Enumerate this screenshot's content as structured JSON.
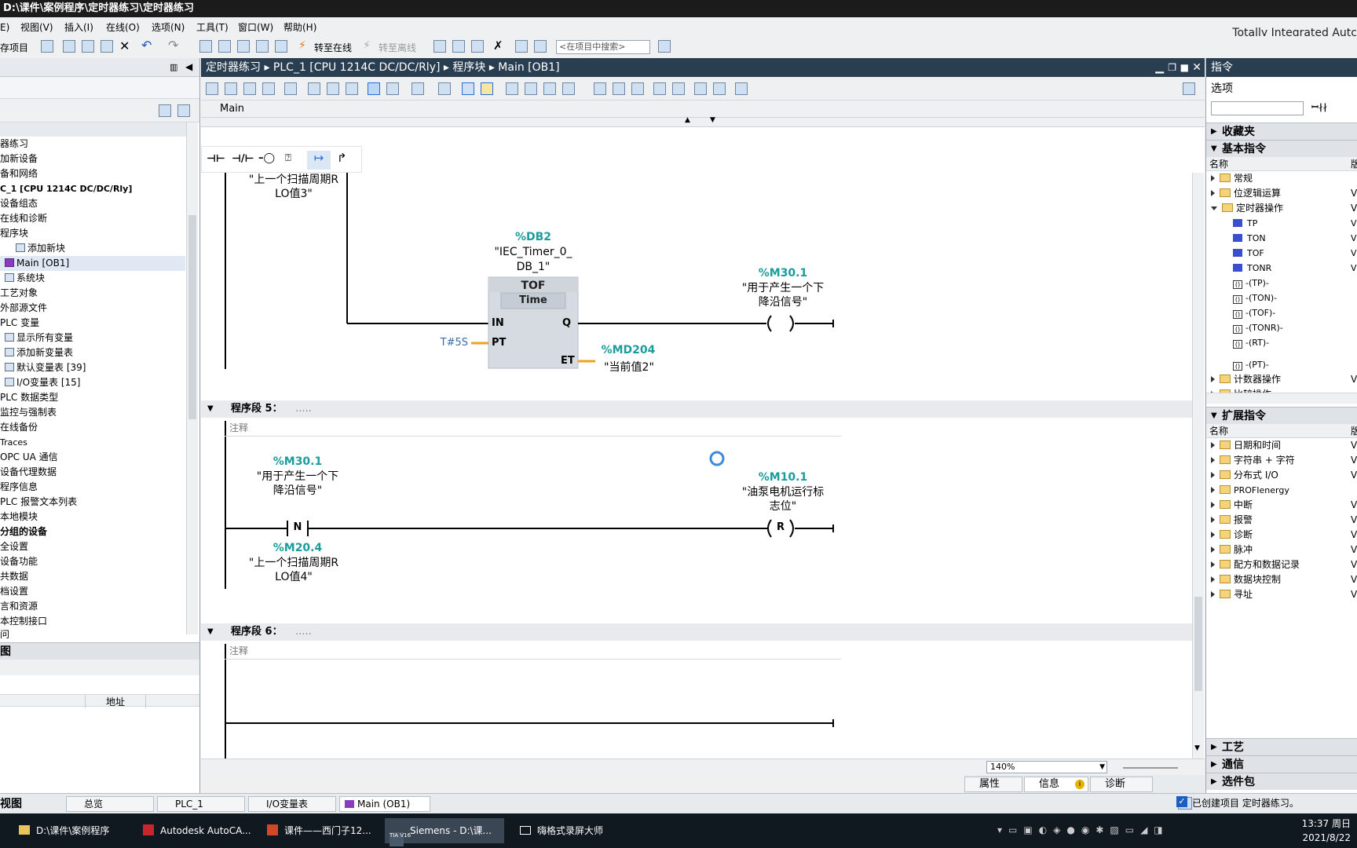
{
  "window": {
    "title": "D:\\课件\\案例程序\\定时器练习\\定时器练习",
    "brand": "Totally Integrated Autc"
  },
  "menu": [
    "E)",
    "视图(V)",
    "插入(I)",
    "在线(O)",
    "选项(N)",
    "工具(T)",
    "窗口(W)",
    "帮助(H)"
  ],
  "toolbar": {
    "save_label": "存项目",
    "go_online": "转至在线",
    "go_offline": "转至离线",
    "search_placeholder": "<在项目中搜索>"
  },
  "project_tree": {
    "items": [
      {
        "label": "器练习",
        "bold": false
      },
      {
        "label": "加新设备",
        "bold": false
      },
      {
        "label": "备和网络",
        "bold": false
      },
      {
        "label": "C_1 [CPU 1214C DC/DC/Rly]",
        "bold": true
      },
      {
        "label": "设备组态",
        "bold": false
      },
      {
        "label": "在线和诊断",
        "bold": false
      },
      {
        "label": "程序块",
        "bold": false
      },
      {
        "label": "添加新块",
        "bold": false
      },
      {
        "label": "Main [OB1]",
        "bold": false,
        "selected": true
      },
      {
        "label": "系统块",
        "bold": false
      },
      {
        "label": "工艺对象",
        "bold": false
      },
      {
        "label": "外部源文件",
        "bold": false
      },
      {
        "label": "PLC 变量",
        "bold": false
      },
      {
        "label": "显示所有变量",
        "bold": false
      },
      {
        "label": "添加新变量表",
        "bold": false
      },
      {
        "label": "默认变量表 [39]",
        "bold": false
      },
      {
        "label": "I/O变量表 [15]",
        "bold": false
      },
      {
        "label": "PLC 数据类型",
        "bold": false
      },
      {
        "label": "监控与强制表",
        "bold": false
      },
      {
        "label": "在线备份",
        "bold": false
      },
      {
        "label": "Traces",
        "bold": false
      },
      {
        "label": "OPC UA 通信",
        "bold": false
      },
      {
        "label": "设备代理数据",
        "bold": false
      },
      {
        "label": "程序信息",
        "bold": false
      },
      {
        "label": "PLC 报警文本列表",
        "bold": false
      },
      {
        "label": "本地模块",
        "bold": false
      },
      {
        "label": "分组的设备",
        "bold": true
      },
      {
        "label": "全设置",
        "bold": false
      },
      {
        "label": "设备功能",
        "bold": false
      },
      {
        "label": "共数据",
        "bold": false
      },
      {
        "label": "档设置",
        "bold": false
      },
      {
        "label": "言和资源",
        "bold": false
      },
      {
        "label": "本控制接口",
        "bold": false
      },
      {
        "label": "问",
        "bold": false
      }
    ],
    "detail_title": "图",
    "detail_column": "地址"
  },
  "editor": {
    "breadcrumb": "定时器练习 ▸ PLC_1 [CPU 1214C DC/DC/Rly] ▸ 程序块 ▸ Main [OB1]",
    "block_name": "Main",
    "zoom": "140%",
    "segment4": {
      "top_contact_name_l1": "\"上一个扫描周期R",
      "top_contact_name_l2": "LO值3\"",
      "db_addr": "%DB2",
      "db_name_l1": "\"IEC_Timer_0_",
      "db_name_l2": "DB_1\"",
      "block_type": "TOF",
      "block_subtype": "Time",
      "pin_in": "IN",
      "pin_pt": "PT",
      "pin_q": "Q",
      "pin_et": "ET",
      "pt_value": "T#5S",
      "et_addr": "%MD204",
      "et_name": "\"当前值2\"",
      "coil_addr": "%M30.1",
      "coil_name_l1": "\"用于产生一个下",
      "coil_name_l2": "降沿信号\""
    },
    "segment5": {
      "title": "程序段 5：",
      "dots": ".....",
      "comment": "注释",
      "contact_addr": "%M30.1",
      "contact_name_l1": "\"用于产生一个下",
      "contact_name_l2": "降沿信号\"",
      "contact_symbol": "N",
      "mem_addr": "%M20.4",
      "mem_name_l1": "\"上一个扫描周期R",
      "mem_name_l2": "LO值4\"",
      "coil_addr": "%M10.1",
      "coil_name_l1": "\"油泵电机运行标",
      "coil_name_l2": "志位\"",
      "coil_symbol": "R"
    },
    "segment6": {
      "title": "程序段 6：",
      "dots": ".....",
      "comment": "注释"
    }
  },
  "instructions": {
    "title": "指令",
    "options": "选项",
    "favorites": "收藏夹",
    "basic": "基本指令",
    "col_name": "名称",
    "col_ver": "版",
    "basic_items": [
      {
        "label": "常规",
        "kind": "folder",
        "ver": ""
      },
      {
        "label": "位逻辑运算",
        "kind": "folder",
        "ver": "V"
      },
      {
        "label": "定时器操作",
        "kind": "folder-open",
        "ver": "V"
      },
      {
        "label": "TP",
        "kind": "instr",
        "ver": "V"
      },
      {
        "label": "TON",
        "kind": "instr",
        "ver": "V"
      },
      {
        "label": "TOF",
        "kind": "instr",
        "ver": "V"
      },
      {
        "label": "TONR",
        "kind": "instr",
        "ver": "V"
      },
      {
        "label": "-(TP)-",
        "kind": "coil",
        "ver": ""
      },
      {
        "label": "-(TON)-",
        "kind": "coil",
        "ver": ""
      },
      {
        "label": "-(TOF)-",
        "kind": "coil",
        "ver": ""
      },
      {
        "label": "-(TONR)-",
        "kind": "coil",
        "ver": ""
      },
      {
        "label": "-(RT)-",
        "kind": "coil",
        "ver": ""
      },
      {
        "label": "-(PT)-",
        "kind": "coil",
        "ver": ""
      },
      {
        "label": "计数器操作",
        "kind": "folder",
        "ver": "V"
      },
      {
        "label": "比较操作",
        "kind": "folder",
        "ver": ""
      }
    ],
    "extended": "扩展指令",
    "extended_items": [
      {
        "label": "日期和时间",
        "ver": "V"
      },
      {
        "label": "字符串 + 字符",
        "ver": "V"
      },
      {
        "label": "分布式 I/O",
        "ver": "V"
      },
      {
        "label": "PROFIenergy",
        "ver": ""
      },
      {
        "label": "中断",
        "ver": "V"
      },
      {
        "label": "报警",
        "ver": "V"
      },
      {
        "label": "诊断",
        "ver": "V"
      },
      {
        "label": "脉冲",
        "ver": "V"
      },
      {
        "label": "配方和数据记录",
        "ver": "V"
      },
      {
        "label": "数据块控制",
        "ver": "V"
      },
      {
        "label": "寻址",
        "ver": "V"
      }
    ],
    "tech": "工艺",
    "comm": "通信",
    "packages": "选件包"
  },
  "inspector_tabs": {
    "properties": "属性",
    "info": "信息",
    "diagnostics": "诊断"
  },
  "statusbar": {
    "portal_view": "视图",
    "tabs": [
      "总览",
      "PLC_1",
      "I/O变量表",
      "Main (OB1)"
    ],
    "message": "已创建项目 定时器练习。"
  },
  "taskbar": {
    "items": [
      "D:\\课件\\案例程序",
      "Autodesk AutoCA...",
      "课件——西门子12...",
      "Siemens  -  D:\\课...",
      "嗨格式录屏大师"
    ],
    "tia_badge": "TIA V16",
    "time": "13:37 周日",
    "date": "2021/8/22"
  },
  "colors": {
    "teal_addr": "#1b9c9c",
    "wire": "#000000",
    "orange_pin": "#f0a020",
    "editor_header": "#2a3e52"
  }
}
